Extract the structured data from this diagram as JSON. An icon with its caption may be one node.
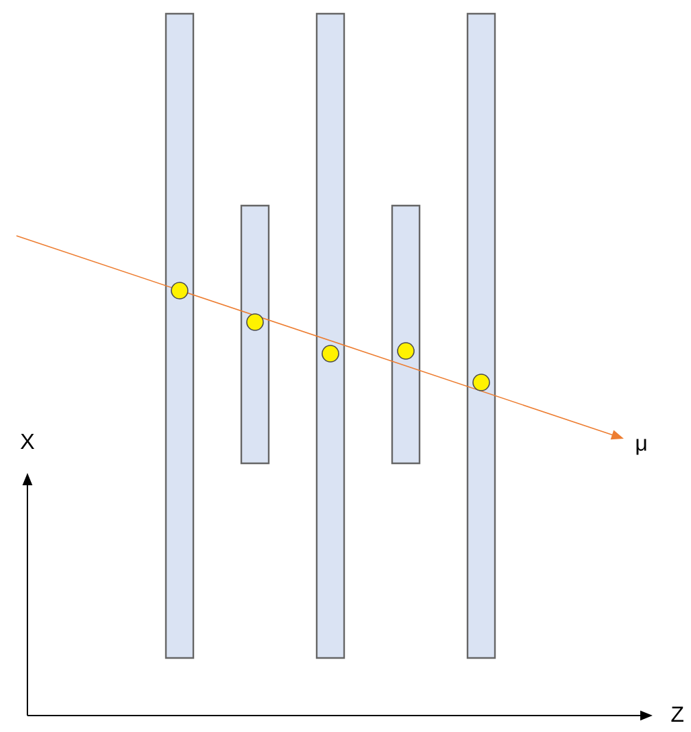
{
  "diagram": {
    "labels": [
      "μ",
      "X",
      "Z"
    ]
  }
}
